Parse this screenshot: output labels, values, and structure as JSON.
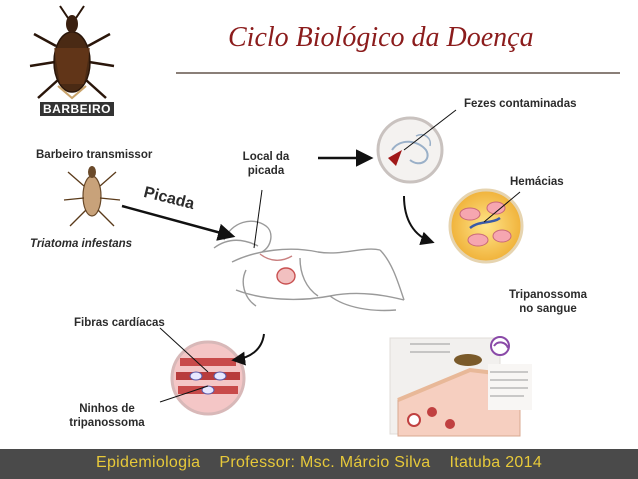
{
  "title": "Ciclo Biológico da Doença",
  "footer": "Epidemiologia    Professor: Msc. Márcio Silva    Itatuba 2014",
  "brand_label": "BARBEIRO",
  "labels": {
    "vector": "Barbeiro transmissor",
    "species": "Triatoma infestans",
    "bite": "Picada",
    "bite_site_1": "Local da",
    "bite_site_2": "picada",
    "feces": "Fezes contaminadas",
    "red_cells": "Hemácias",
    "blood_1": "Tripanossoma",
    "blood_2": "no sangue",
    "cardiac": "Fibras cardíacas",
    "nests_1": "Ninhos de",
    "nests_2": "tripanossoma"
  },
  "colors": {
    "title": "#8b1c1c",
    "footer_bg": "#4a4a4a",
    "footer_text": "#e7c93a"
  }
}
